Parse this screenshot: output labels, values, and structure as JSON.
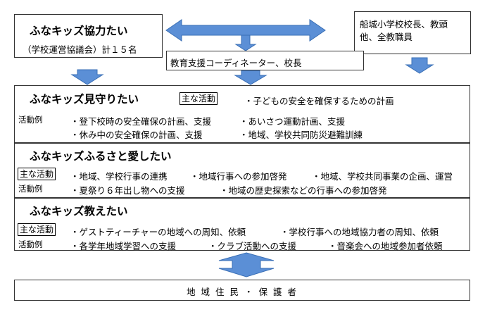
{
  "top_left": {
    "title": "ふなキッズ協力たい",
    "subtitle": "（学校運営協議会）計１５名"
  },
  "top_right": {
    "line1": "船城小学校校長、教頭",
    "line2": "他、全教職員"
  },
  "center": {
    "label": "教育支援コーディネーター、校長"
  },
  "section1": {
    "title": "ふなキッズ見守りたい",
    "main_tag": "主な活動",
    "main_activity": "・子どもの安全を確保するための計画",
    "example_label": "活動例",
    "examples_row1": [
      "・登下校時の安全確保の計画、支援",
      "・あいさつ運動計画、支援"
    ],
    "examples_row2": [
      "・休み中の安全確保の計画、支援",
      "・地域、学校共同防災避難訓練"
    ]
  },
  "section2": {
    "title": "ふなキッズふるさと愛したい",
    "main_tag": "主な活動",
    "main_activities": [
      "・地域、学校行事の連携",
      "・地域行事への参加啓発",
      "・地域、学校共同事業の企画、運営"
    ],
    "example_label": "活動例",
    "examples": [
      "・夏祭り６年出し物への支援",
      "・地域の歴史探索などの行事への参加啓発"
    ]
  },
  "section3": {
    "title": "ふなキッズ教えたい",
    "main_tag": "主な活動",
    "main_activities": [
      "・ゲストティーチャーの地域への周知、依頼",
      "・学校行事への地域協力者の周知、依頼"
    ],
    "example_label": "活動例",
    "examples": [
      "・各学年地域学習への支援",
      "・クラブ活動への支援",
      "・音楽会への地域参加者依頼"
    ]
  },
  "bottom": {
    "label": "地 域 住 民 ・ 保 護 者"
  },
  "colors": {
    "arrow_fill": "#5b8fd6",
    "arrow_stroke": "#3a6fb5",
    "border": "#333333"
  }
}
